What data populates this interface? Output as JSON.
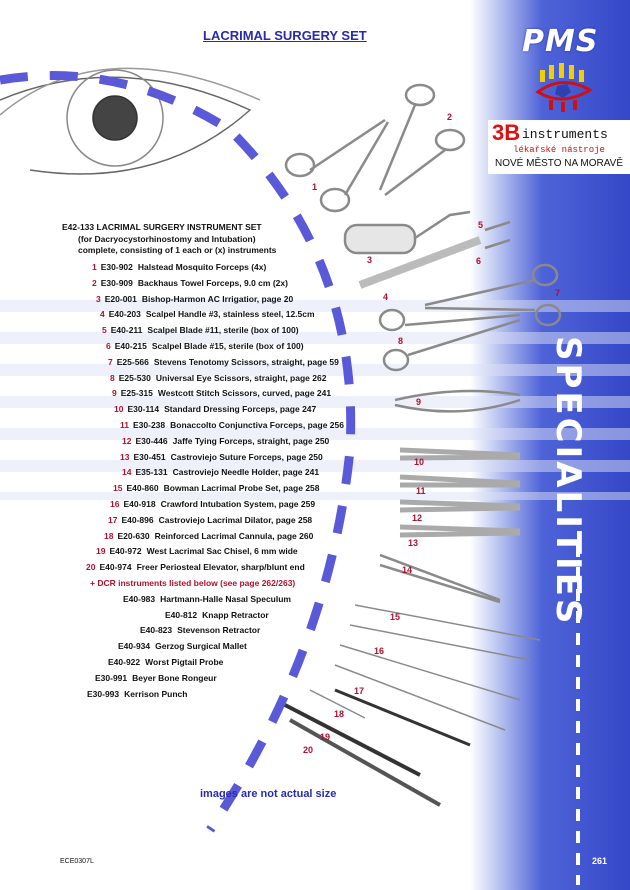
{
  "title": "LACRIMAL SURGERY SET",
  "logo": {
    "pms": "PMS",
    "brand_3b": "3B",
    "brand_instruments": "instruments",
    "brand_subtitle": "lékařské nástroje",
    "brand_city": "NOVÉ MĚSTO NA MORAVĚ"
  },
  "side_label": "SPECIALITIES",
  "set_header": {
    "line1": "E42-133  LACRIMAL SURGERY INSTRUMENT SET",
    "line2": "(for Dacryocystorhinostomy and Intubation)",
    "line3": "complete, consisting of 1 each or (x) instruments"
  },
  "items": [
    {
      "n": "1",
      "code": "E30-902",
      "desc": "Halstead Mosquito Forceps (4x)"
    },
    {
      "n": "2",
      "code": "E30-909",
      "desc": "Backhaus Towel Forceps, 9.0 cm (2x)"
    },
    {
      "n": "3",
      "code": "E20-001",
      "desc": "Bishop-Harmon AC Irrigatior, page 20"
    },
    {
      "n": "4",
      "code": "E40-203",
      "desc": "Scalpel Handle #3, stainless steel, 12.5cm"
    },
    {
      "n": "5",
      "code": "E40-211",
      "desc": "Scalpel Blade #11, sterile (box of 100)"
    },
    {
      "n": "6",
      "code": "E40-215",
      "desc": "Scalpel Blade #15, sterile (box of 100)"
    },
    {
      "n": "7",
      "code": "E25-566",
      "desc": "Stevens Tenotomy Scissors, straight, page 59"
    },
    {
      "n": "8",
      "code": "E25-530",
      "desc": "Universal Eye Scissors, straight, page 262"
    },
    {
      "n": "9",
      "code": "E25-315",
      "desc": "Westcott Stitch Scissors, curved, page 241"
    },
    {
      "n": "10",
      "code": "E30-114",
      "desc": "Standard Dressing Forceps, page 247"
    },
    {
      "n": "11",
      "code": "E30-238",
      "desc": "Bonaccolto Conjunctiva Forceps, page 256"
    },
    {
      "n": "12",
      "code": "E30-446",
      "desc": "Jaffe Tying Forceps, straight, page 250"
    },
    {
      "n": "13",
      "code": "E30-451",
      "desc": "Castroviejo Suture Forceps, page 250"
    },
    {
      "n": "14",
      "code": "E35-131",
      "desc": "Castroviejo Needle Holder, page 241"
    },
    {
      "n": "15",
      "code": "E40-860",
      "desc": "Bowman Lacrimal Probe Set, page 258"
    },
    {
      "n": "16",
      "code": "E40-918",
      "desc": "Crawford Intubation System, page 259"
    },
    {
      "n": "17",
      "code": "E40-896",
      "desc": "Castroviejo Lacrimal Dilator, page 258"
    },
    {
      "n": "18",
      "code": "E20-630",
      "desc": "Reinforced Lacrimal Cannula, page 260"
    },
    {
      "n": "19",
      "code": "E40-972",
      "desc": "West Lacrimal Sac Chisel, 6 mm wide"
    },
    {
      "n": "20",
      "code": "E40-974",
      "desc": "Freer Periosteal Elevator, sharp/blunt end"
    }
  ],
  "dcr_note": "+ DCR instruments listed below (see page 262/263)",
  "dcr_items": [
    {
      "code": "E40-983",
      "desc": "Hartmann-Halle Nasal Speculum"
    },
    {
      "code": "E40-812",
      "desc": "Knapp Retractor"
    },
    {
      "code": "E40-823",
      "desc": "Stevenson Retractor"
    },
    {
      "code": "E40-934",
      "desc": "Gerzog Surgical Mallet"
    },
    {
      "code": "E40-922",
      "desc": "Worst Pigtail Probe"
    },
    {
      "code": "E30-991",
      "desc": "Beyer Bone Rongeur"
    },
    {
      "code": "E30-993",
      "desc": "Kerrison Punch"
    }
  ],
  "image_labels": [
    "1",
    "2",
    "3",
    "4",
    "5",
    "6",
    "7",
    "8",
    "9",
    "10",
    "11",
    "12",
    "13",
    "14",
    "15",
    "16",
    "17",
    "18",
    "19",
    "20"
  ],
  "note": "images are not actual size",
  "catalog_code": "ECE0307L",
  "page_number": "261",
  "colors": {
    "accent_blue": "#3448c8",
    "number_red": "#b01030",
    "title_blue": "#2a2ab0"
  }
}
